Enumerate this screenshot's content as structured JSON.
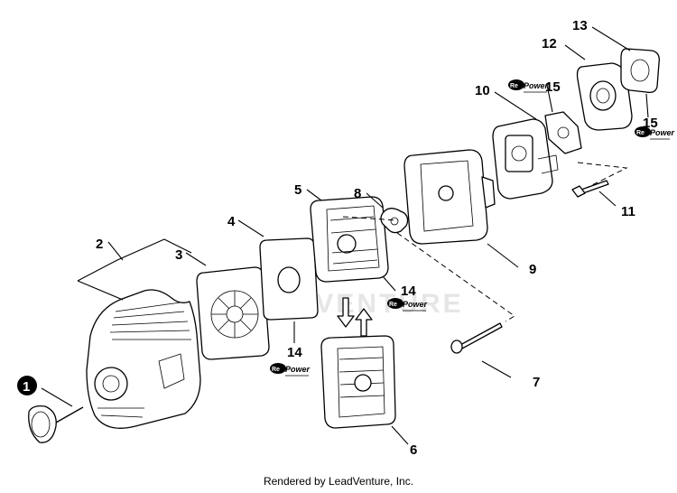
{
  "callouts": {
    "c1": "1",
    "c2": "2",
    "c3": "3",
    "c4": "4",
    "c5": "5",
    "c6": "6",
    "c7": "7",
    "c8": "8",
    "c9": "9",
    "c10": "10",
    "c11": "11",
    "c12": "12",
    "c13": "13",
    "c14a": "14",
    "c14b": "14",
    "c15a": "15",
    "c15b": "15"
  },
  "badge": {
    "re": "Re",
    "power": "Power"
  },
  "watermark": "ADVENTURE",
  "footer": "Rendered by LeadVenture, Inc."
}
